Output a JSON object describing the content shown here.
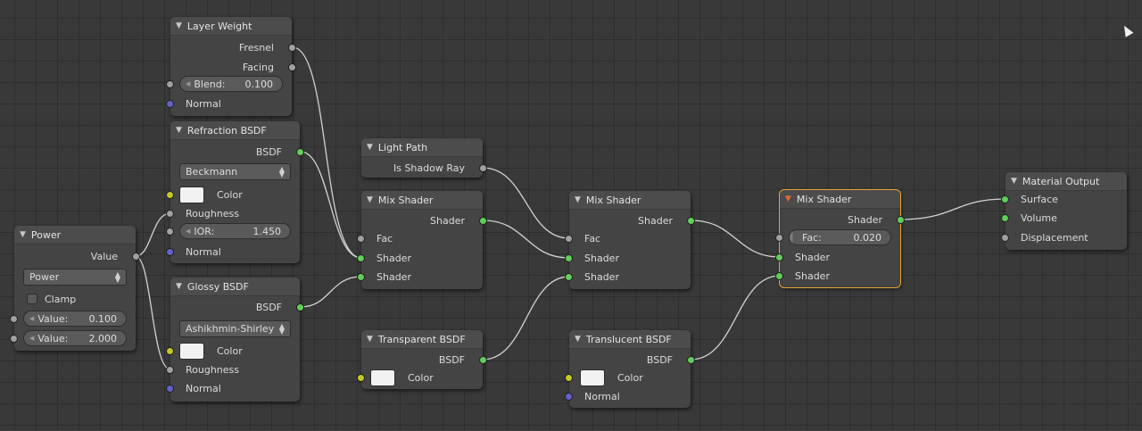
{
  "nodes": {
    "layer_weight": {
      "title": "Layer Weight",
      "out_fresnel": "Fresnel",
      "out_facing": "Facing",
      "blend_label": "Blend:",
      "blend_value": "0.100",
      "in_normal": "Normal"
    },
    "refraction": {
      "title": "Refraction BSDF",
      "out_bsdf": "BSDF",
      "distribution": "Beckmann",
      "in_color": "Color",
      "in_roughness": "Roughness",
      "ior_label": "IOR:",
      "ior_value": "1.450",
      "in_normal": "Normal"
    },
    "power": {
      "title": "Power",
      "out_value": "Value",
      "operation": "Power",
      "clamp_label": "Clamp",
      "value1_label": "Value:",
      "value1": "0.100",
      "value2_label": "Value:",
      "value2": "2.000"
    },
    "glossy": {
      "title": "Glossy BSDF",
      "out_bsdf": "BSDF",
      "distribution": "Ashikhmin-Shirley",
      "in_color": "Color",
      "in_roughness": "Roughness",
      "in_normal": "Normal"
    },
    "light_path": {
      "title": "Light Path",
      "out_shadow": "Is Shadow Ray"
    },
    "mix1": {
      "title": "Mix Shader",
      "out_shader": "Shader",
      "in_fac": "Fac",
      "in_shader1": "Shader",
      "in_shader2": "Shader"
    },
    "transparent": {
      "title": "Transparent BSDF",
      "out_bsdf": "BSDF",
      "in_color": "Color"
    },
    "mix2": {
      "title": "Mix Shader",
      "out_shader": "Shader",
      "in_fac": "Fac",
      "in_shader1": "Shader",
      "in_shader2": "Shader"
    },
    "translucent": {
      "title": "Translucent BSDF",
      "out_bsdf": "BSDF",
      "in_color": "Color",
      "in_normal": "Normal"
    },
    "mix3": {
      "title": "Mix Shader",
      "out_shader": "Shader",
      "fac_label": "Fac:",
      "fac_value": "0.020",
      "in_shader1": "Shader",
      "in_shader2": "Shader"
    },
    "output": {
      "title": "Material Output",
      "in_surface": "Surface",
      "in_volume": "Volume",
      "in_displacement": "Displacement"
    }
  },
  "colors": {
    "shader_socket": "#62cd5a",
    "value_socket": "#a1a1a1",
    "color_socket": "#c7c729",
    "vector_socket": "#6363c7",
    "active_outline": "#e8a33a"
  },
  "icons": {
    "node_collapse": "triangle-down-icon",
    "cursor": "mouse-pointer-icon"
  }
}
